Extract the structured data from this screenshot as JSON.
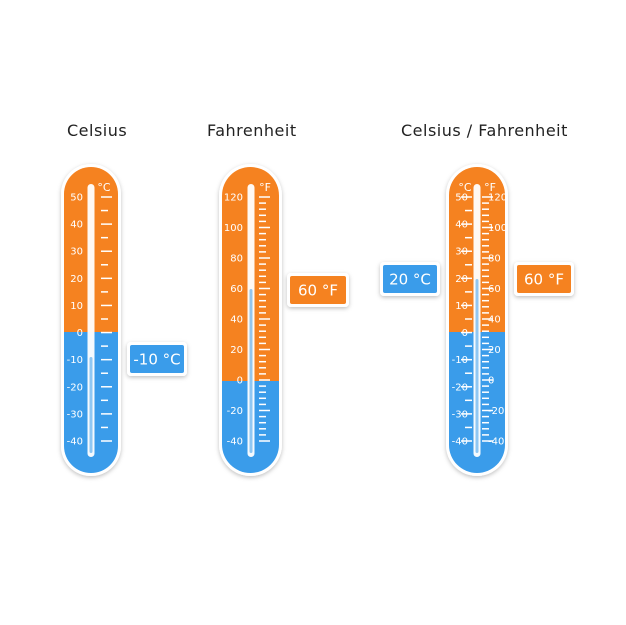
{
  "colors": {
    "orange": "#f58220",
    "blue": "#3a9cea",
    "tube": "#ffffff"
  },
  "thermometers": [
    {
      "title": "Celsius",
      "scales": [
        {
          "unit": "°C",
          "labels": [
            "50",
            "40",
            "30",
            "20",
            "10",
            "0",
            "-10",
            "-20",
            "-30",
            "-40"
          ]
        }
      ],
      "reading": {
        "text": "-10 °C",
        "color": "blue"
      }
    },
    {
      "title": "Fahrenheit",
      "scales": [
        {
          "unit": "°F",
          "labels": [
            "120",
            "100",
            "80",
            "60",
            "40",
            "20",
            "0",
            "-20",
            "-40"
          ]
        }
      ],
      "reading": {
        "text": "60 °F",
        "color": "orange"
      }
    },
    {
      "title": "Celsius / Fahrenheit",
      "scales": [
        {
          "unit": "°C",
          "labels": [
            "50",
            "40",
            "30",
            "20",
            "10",
            "0",
            "-10",
            "-20",
            "-30",
            "-40"
          ]
        },
        {
          "unit": "°F",
          "labels": [
            "120",
            "100",
            "80",
            "60",
            "40",
            "20",
            "0",
            "-20",
            "-40"
          ]
        }
      ],
      "readings": [
        {
          "text": "20 °C",
          "color": "blue"
        },
        {
          "text": "60 °F",
          "color": "orange"
        }
      ]
    }
  ]
}
